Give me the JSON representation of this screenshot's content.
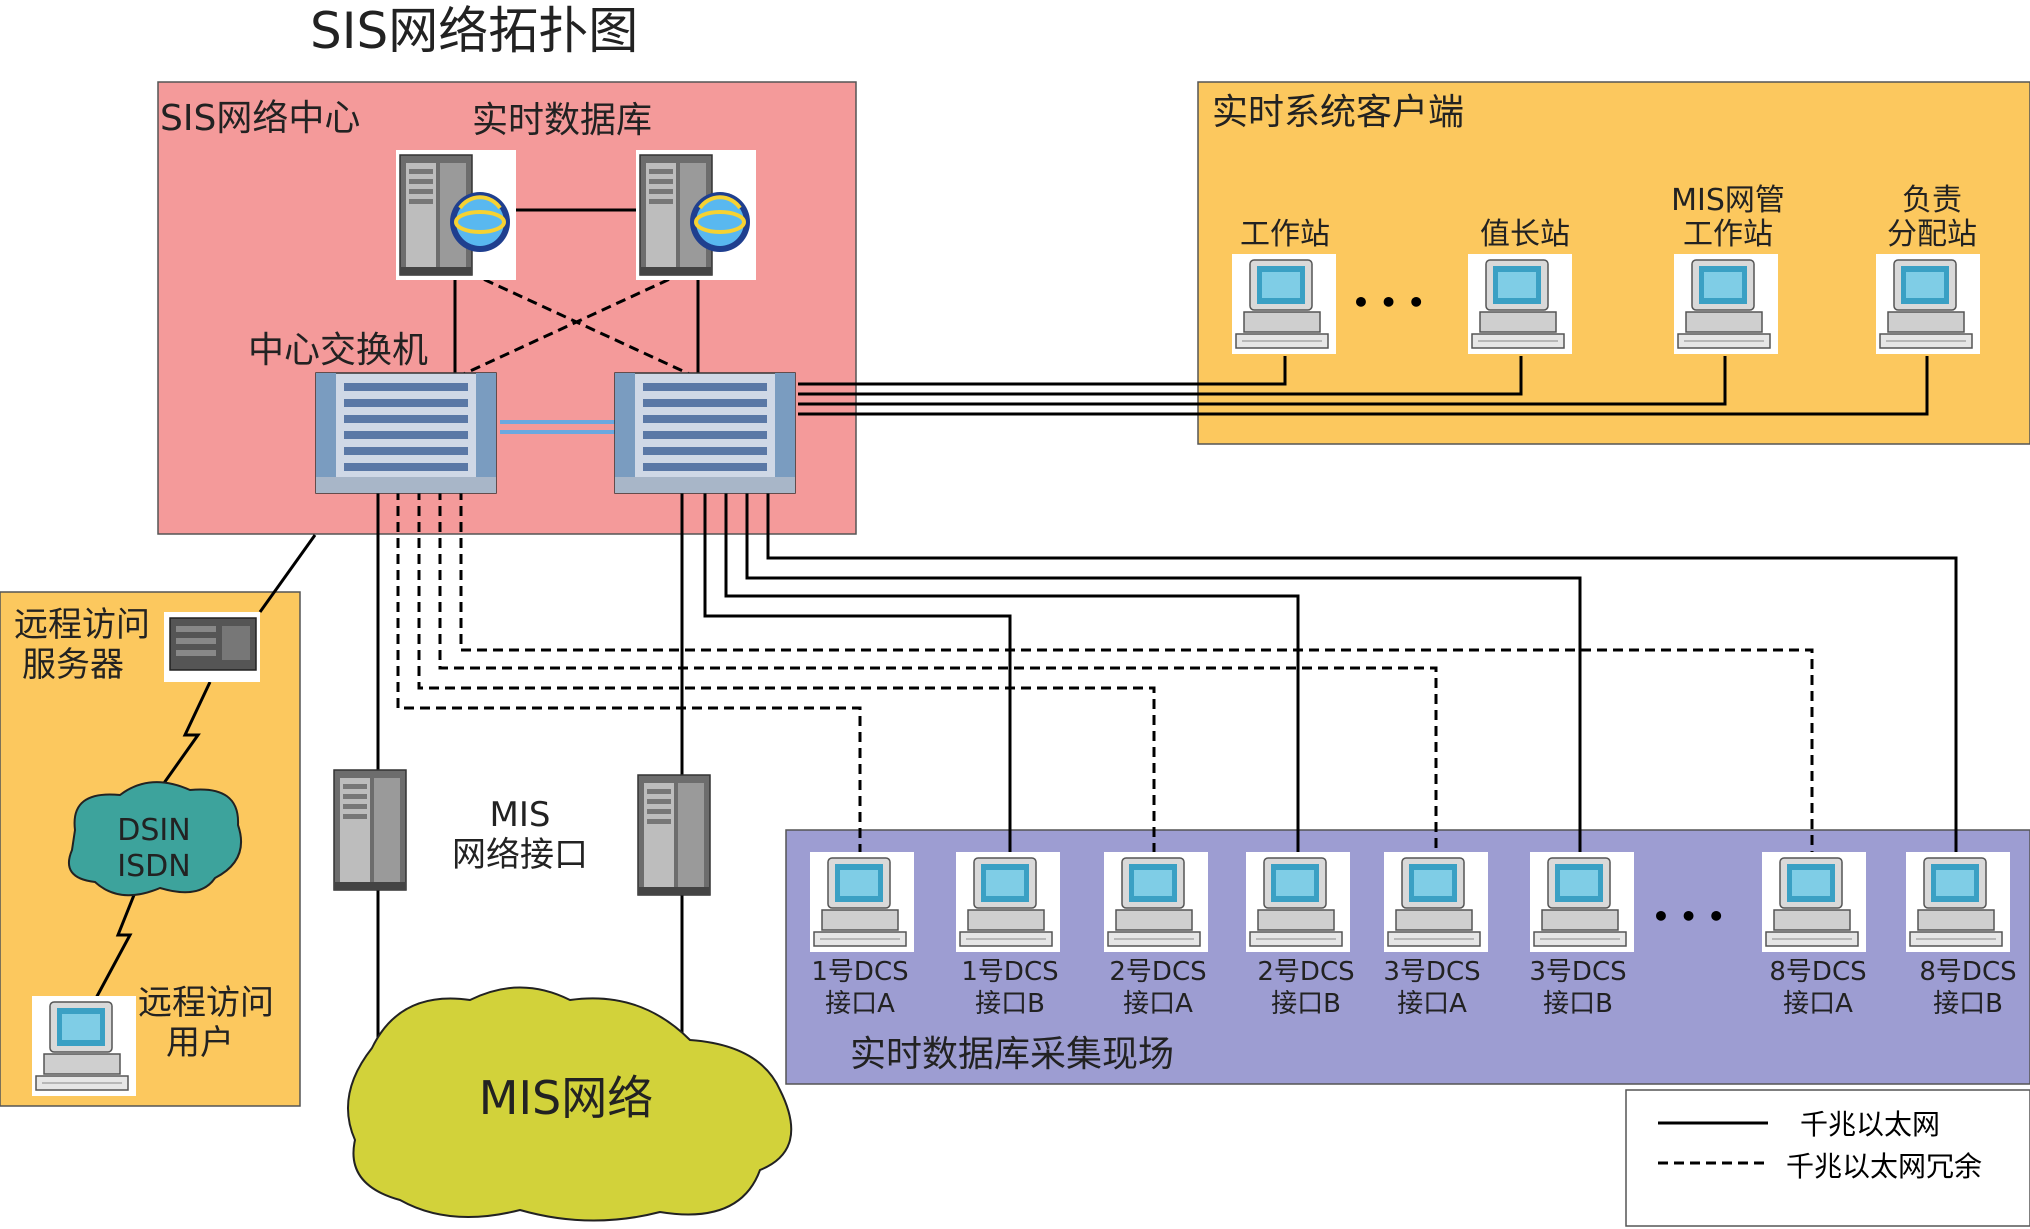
{
  "title": "SIS网络拓扑图",
  "sis_center": {
    "label": "SIS网络中心",
    "db_label": "实时数据库",
    "switch_label": "中心交换机"
  },
  "client_area": {
    "label": "实时系统客户端",
    "ellipsis": "• • •",
    "clients": [
      {
        "lines": [
          "工作站"
        ]
      },
      {
        "lines": [
          "值长站"
        ]
      },
      {
        "lines": [
          "MIS网管",
          "工作站"
        ]
      },
      {
        "lines": [
          "负责",
          "分配站"
        ]
      }
    ]
  },
  "remote_area": {
    "server_label": [
      "远程访问",
      "服务器"
    ],
    "cloud_label": [
      "DSIN",
      "ISDN"
    ],
    "user_label": [
      "远程访问",
      "用户"
    ]
  },
  "mis": {
    "interface_label": [
      "MIS",
      "网络接口"
    ],
    "network_label": "MIS网络"
  },
  "field_area": {
    "label": "实时数据库采集现场",
    "ellipsis": "• • •",
    "interfaces": [
      {
        "lines": [
          "1号DCS",
          "接口A"
        ],
        "line": "dashed"
      },
      {
        "lines": [
          "1号DCS",
          "接口B"
        ],
        "line": "solid"
      },
      {
        "lines": [
          "2号DCS",
          "接口A"
        ],
        "line": "dashed"
      },
      {
        "lines": [
          "2号DCS",
          "接口B"
        ],
        "line": "solid"
      },
      {
        "lines": [
          "3号DCS",
          "接口A"
        ],
        "line": "dashed"
      },
      {
        "lines": [
          "3号DCS",
          "接口B"
        ],
        "line": "solid"
      },
      {
        "lines": [
          "8号DCS",
          "接口A"
        ],
        "line": "dashed"
      },
      {
        "lines": [
          "8号DCS",
          "接口B"
        ],
        "line": "solid"
      }
    ]
  },
  "legend": {
    "solid": "千兆以太网",
    "dashed": "千兆以太网冗余"
  },
  "colors": {
    "sis_center_bg": "#f49a9a",
    "client_bg": "#fcc85e",
    "remote_bg": "#fcc85e",
    "field_bg": "#9d9dd2",
    "mis_cloud": "#d2d23a",
    "dsin_cloud": "#3da39c"
  }
}
